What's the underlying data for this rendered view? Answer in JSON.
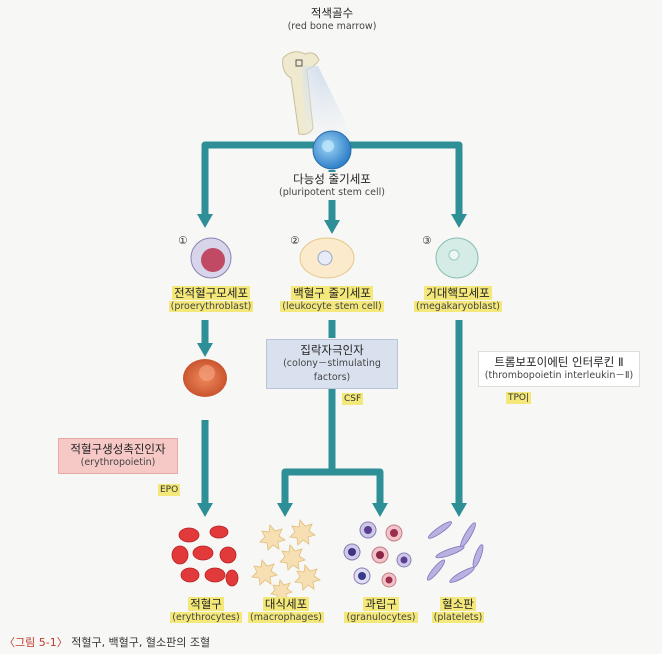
{
  "top": {
    "ko": "적색골수",
    "en": "(red bone marrow)"
  },
  "stem": {
    "ko": "다능성 줄기세포",
    "en": "(pluripotent stem cell)"
  },
  "branches": [
    {
      "num": "①",
      "ko": "전적혈구모세포",
      "en": "(proerythroblast)"
    },
    {
      "num": "②",
      "ko": "백혈구 줄기세포",
      "en": "(leukocyte stem cell)"
    },
    {
      "num": "③",
      "ko": "거대핵모세포",
      "en": "(megakaryoblast)"
    }
  ],
  "csf_box": {
    "ko": "집락자극인자",
    "en1": "(colony－stimulating",
    "en2": "factors)",
    "tag": "CSF"
  },
  "epo_box": {
    "ko": "적혈구생성촉진인자",
    "en": "(erythropoietin)",
    "tag": "EPO"
  },
  "tpo_box": {
    "ko": "트롬보포이에틴 인터루킨 Ⅱ",
    "en": "(thrombopoietin interleukin－Ⅱ)",
    "tag": "TPO|"
  },
  "products": [
    {
      "ko": "적혈구",
      "en": "(erythrocytes)"
    },
    {
      "ko": "대식세포",
      "en": "(macrophages)"
    },
    {
      "ko": "과립구",
      "en": "(granulocytes)"
    },
    {
      "ko": "혈소판",
      "en": "(platelets)"
    }
  ],
  "caption": {
    "num": "〈그림 5-1〉",
    "text": "적혈구, 백혈구, 혈소판의 조혈"
  },
  "colors": {
    "arrow": "#2e8f97",
    "arrow_dark": "#1f6d75"
  }
}
